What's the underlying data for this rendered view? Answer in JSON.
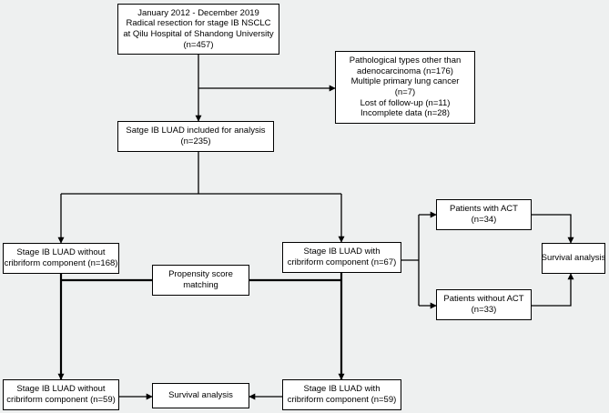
{
  "colors": {
    "background": "#eef0f0",
    "box_fill": "#ffffff",
    "line": "#000000"
  },
  "boxes": {
    "enrollment": [
      "January 2012 - December 2019",
      "Radical resection for stage IB NSCLC",
      "at Qilu Hospital of Shandong University",
      "(n=457)"
    ],
    "exclusion": [
      "Pathological types other than",
      "adenocarcinoma (n=176)",
      "Multiple primary lung cancer",
      "(n=7)",
      "Lost of follow-up (n=11)",
      "Incomplete data (n=28)"
    ],
    "included": [
      "Satge IB LUAD included for analysis",
      "(n=235)"
    ],
    "without_cribriform": [
      "Stage IB LUAD without",
      "cribriform component (n=168)"
    ],
    "with_cribriform": [
      "Stage IB LUAD with",
      "cribriform component (n=67)"
    ],
    "with_act": [
      "Patients with ACT",
      "(n=34)"
    ],
    "without_act": [
      "Patients without ACT",
      "(n=33)"
    ],
    "survival_act": [
      "Survival analysis"
    ],
    "psm": [
      "Propensity score",
      "matching"
    ],
    "matched_without": [
      "Stage IB LUAD without",
      "cribriform component (n=59)"
    ],
    "matched_with": [
      "Stage IB LUAD with",
      "cribriform component (n=59)"
    ],
    "survival_matched": [
      "Survival analysis"
    ]
  }
}
